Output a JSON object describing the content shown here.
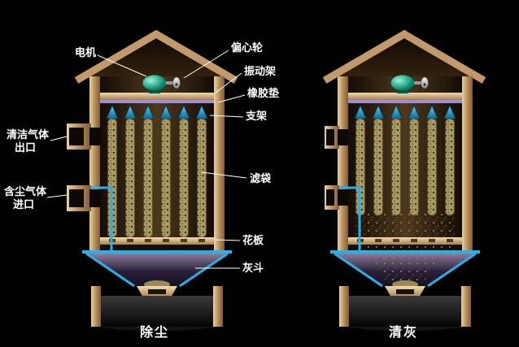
{
  "diagram": {
    "labels": {
      "motor": "电机",
      "eccentric_wheel": "偏心轮",
      "vibration_frame": "振动架",
      "rubber_pad": "橡胶垫",
      "support": "支架",
      "clean_gas_outlet_line1": "清洁气体",
      "clean_gas_outlet_line2": "出口",
      "dusty_gas_inlet_line1": "含尘气体",
      "dusty_gas_inlet_line2": "进口",
      "filter_bag": "滤袋",
      "tube_sheet": "花板",
      "ash_hopper": "灰斗"
    },
    "captions": {
      "left_unit": "除尘",
      "right_unit": "清灰"
    },
    "colors": {
      "background": "#000000",
      "structure_tan": "#c2996a",
      "pipe_blue": "#2ab0e8",
      "motor_teal": "#18b89a",
      "rubber_pad_purple": "#9a8fd8",
      "label_text": "#ffffff"
    }
  }
}
